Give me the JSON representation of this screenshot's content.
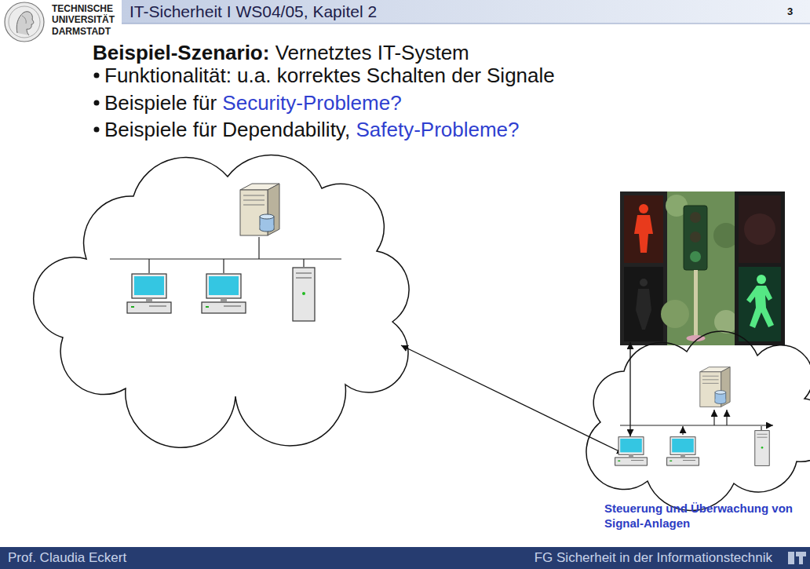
{
  "diagram": {
    "title": "IT-Sicherheit I WS04/05, Kapitel 2",
    "nodes": [
      {
        "text": [
          "Steuerung und Überwachung von Signal-Anlagen"
        ]
      }
    ],
    "labels": [
      "TECHNISCHE",
      "UNIVERSITÄT",
      "DARMSTADT",
      "3",
      "Beispiel-Szenario:",
      "Vernetztes IT-System",
      "Funktionalität: u.a. korrektes Schalten der Signale",
      "Beispiele für",
      "Security-Probleme?",
      "Beispiele für Dependability,",
      "Safety-Probleme?",
      "Prof. Claudia Eckert",
      "FG Sicherheit in der Informationstechnik"
    ]
  }
}
